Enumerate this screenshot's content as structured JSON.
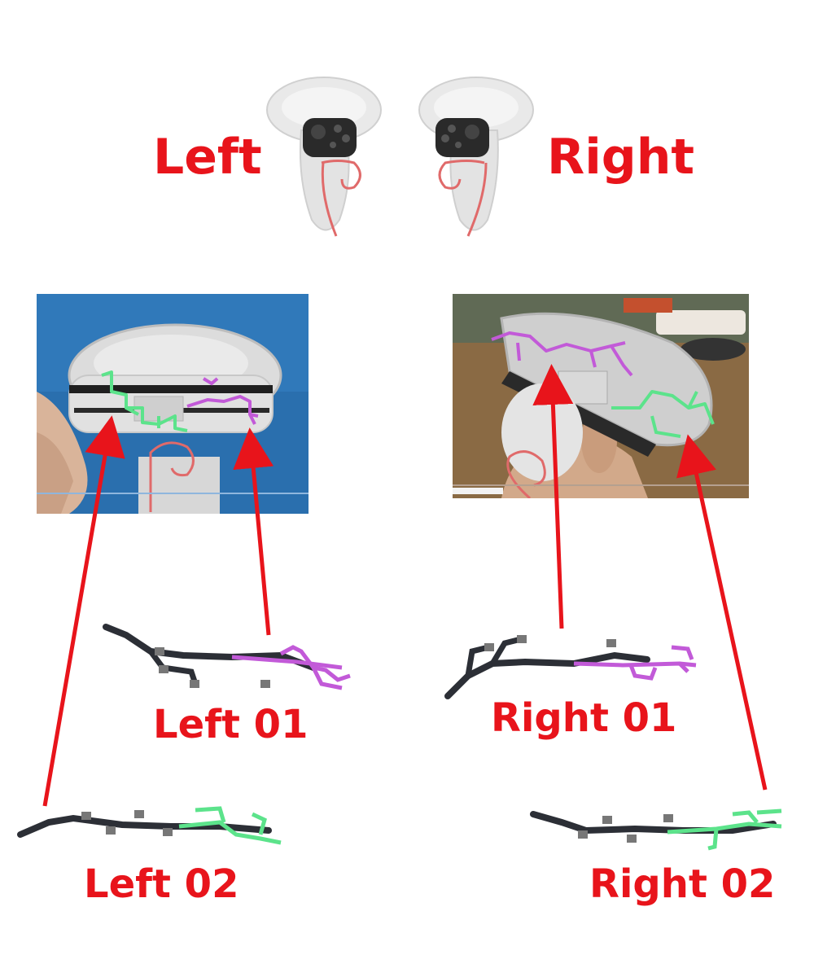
{
  "labels": {
    "left": "Left",
    "right": "Right",
    "left01": "Left 01",
    "right01": "Right 01",
    "left02": "Left 02",
    "right02": "Right 02"
  },
  "colors": {
    "label_red": "#e8141b",
    "arrow_red": "#e8141b",
    "trace_green": "#5ce38b",
    "trace_purple": "#c25ad8",
    "flex_cable": "#2c2f36",
    "controller_white": "#e9e9e9",
    "photo_left_bg": "#2a6fae",
    "photo_right_bg": "#8a6a44"
  },
  "icons": {
    "controllers": "vr-controller-pair-image",
    "photo_left": "left-controller-disassembly-photo",
    "photo_right": "right-controller-disassembly-photo",
    "cable_left01": "flex-cable-left01-image",
    "cable_right01": "flex-cable-right01-image",
    "cable_left02": "flex-cable-left02-image",
    "cable_right02": "flex-cable-right02-image"
  }
}
